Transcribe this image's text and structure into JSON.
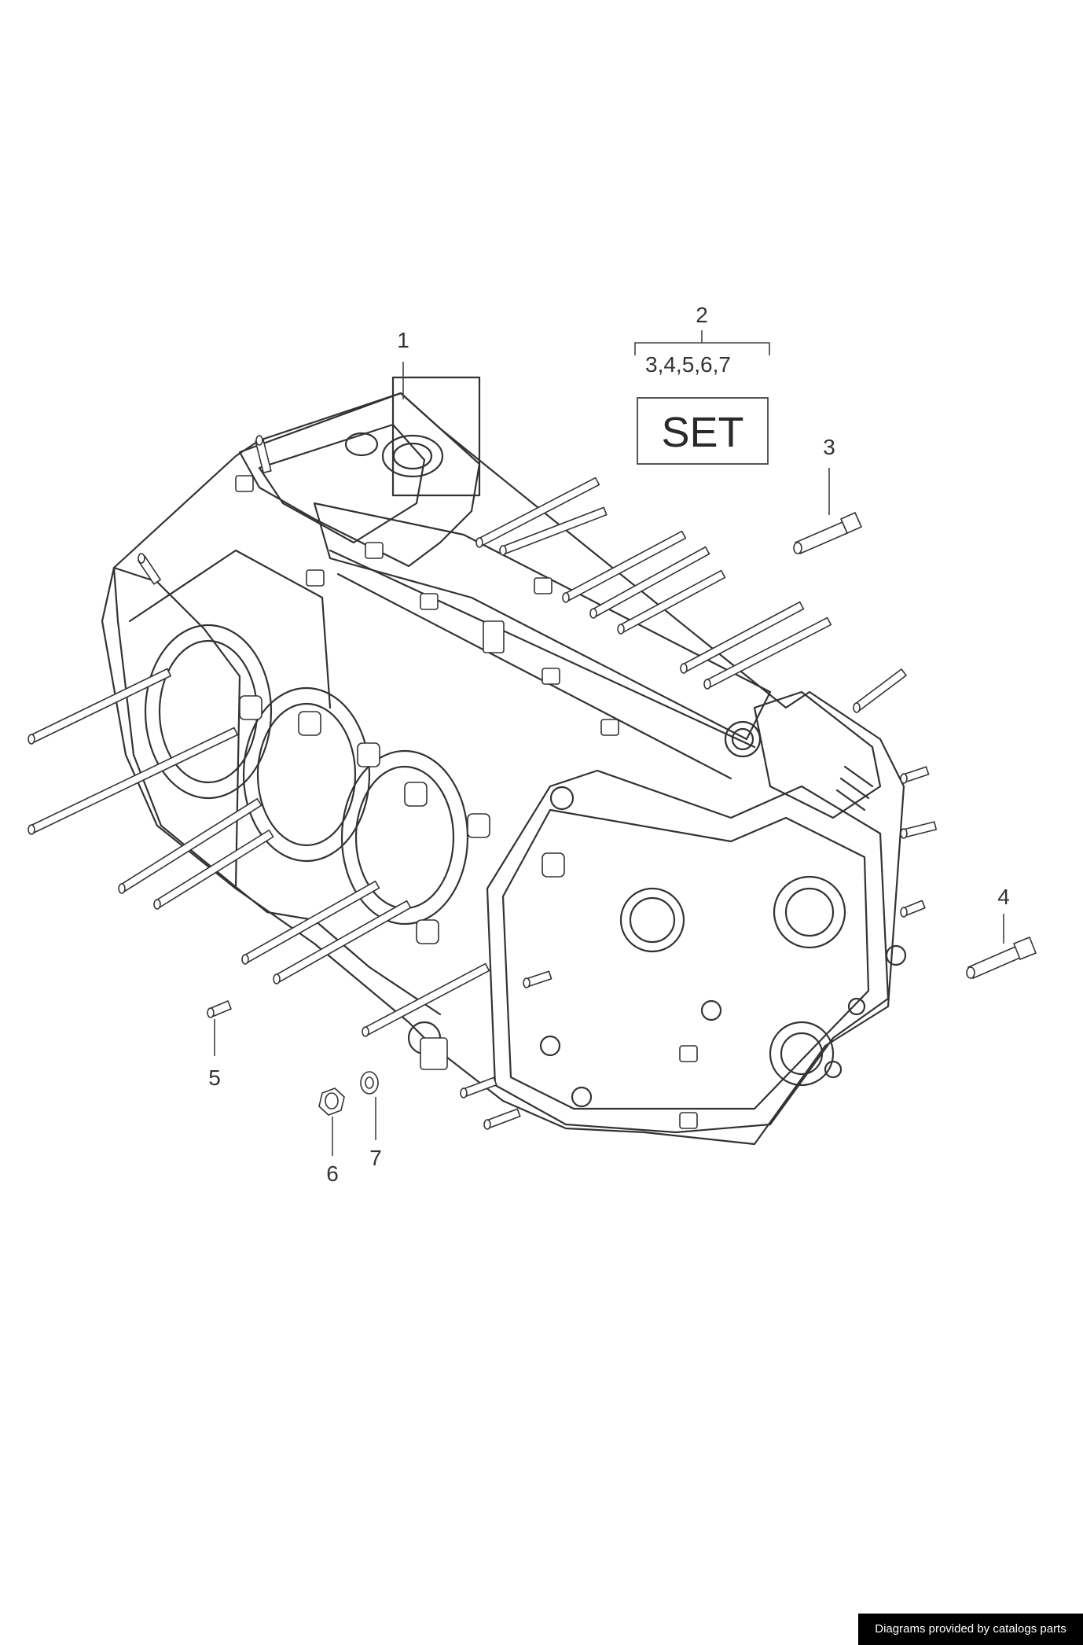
{
  "callouts": {
    "c1": "1",
    "c2": "2",
    "c2_sub": "3,4,5,6,7",
    "set": "SET",
    "c3": "3",
    "c4": "4",
    "c5": "5",
    "c6": "6",
    "c7": "7"
  },
  "footer": {
    "credit": "Diagrams provided by catalogs parts"
  }
}
